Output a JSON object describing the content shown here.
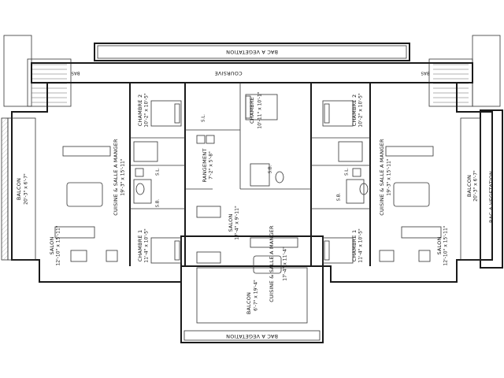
{
  "plan": {
    "planter_label": "BAC A VEGETATION",
    "corridor_label": "COURSIVE",
    "down_label": "BAS",
    "bedroom_label": "CHAMBRE",
    "kitchen_label": "CUISINE & SALLE A MANGER",
    "living_label": "SALON",
    "balcony_label": "BALCON",
    "storage_label": "RANGEMENT",
    "bath_label": "S.B.",
    "laundry_label": "S.L.",
    "units": {
      "left": {
        "bedroom2_num": "2",
        "bedroom2_dim": "10'-2\" x 10'-5\"",
        "bedroom1_num": "1",
        "bedroom1_dim": "11'-4\" x 10'-5\"",
        "kitchen_dim": "19'-3\" x 15'-11\"",
        "living_dim": "12'-10\" x 15'-11\"",
        "balcony_dim": "20'-3\" x 6'-7\""
      },
      "center": {
        "bedroom_dim": "10'-11\" x 10'-1\"",
        "storage_dim": "7'-2\" x 5'-8\"",
        "living_dim": "17'-4\" x 9'-11\"",
        "kitchen_dim": "17'-4\" x 11'-4\"",
        "balcony_dim": "6'-7\" x 19'-4\""
      },
      "right": {
        "bedroom2_num": "2",
        "bedroom2_dim": "10'-2\" x 10'-5\"",
        "bedroom1_num": "1",
        "bedroom1_dim": "11'-4\" x 10'-5\"",
        "kitchen_dim": "19'-3\" x 15'-11\"",
        "living_dim": "12'-10\" x 15'-11\"",
        "balcony_dim": "20'-3\" x 6'-7\""
      }
    }
  }
}
